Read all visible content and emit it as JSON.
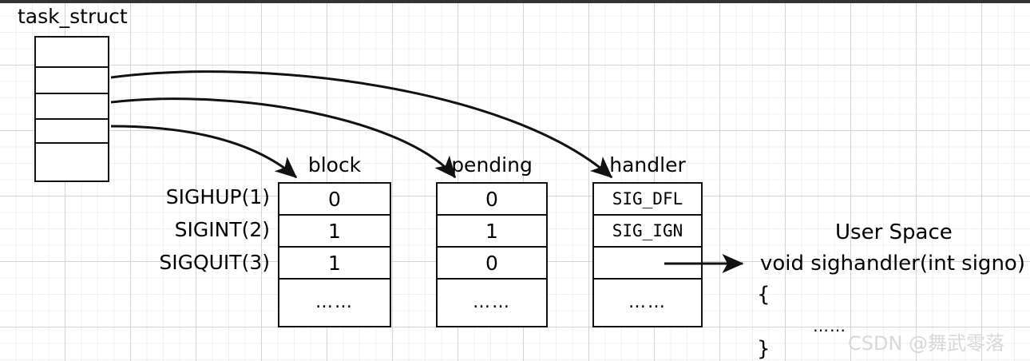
{
  "diagram": {
    "title": "task_struct",
    "struct_box": {
      "name": "task_struct",
      "row_count": 5
    },
    "columns": [
      {
        "id": "block",
        "header": "block"
      },
      {
        "id": "pending",
        "header": "pending"
      },
      {
        "id": "handler",
        "header": "handler"
      }
    ],
    "signals": [
      "SIGHUP(1)",
      "SIGINT(2)",
      "SIGQUIT(3)"
    ],
    "tables": {
      "block": {
        "values": [
          "0",
          "1",
          "1"
        ],
        "overflow": "……"
      },
      "pending": {
        "values": [
          "0",
          "1",
          "0"
        ],
        "overflow": "……"
      },
      "handler": {
        "values": [
          "SIG_DFL",
          "SIG_IGN",
          ""
        ],
        "overflow": "……"
      }
    },
    "user_space": {
      "title": "User Space",
      "signature": "void sighandler(int signo)",
      "open_brace": "{",
      "body": "……",
      "close_brace": "}"
    },
    "watermark": "CSDN @舞武零落",
    "colors": {
      "stroke": "#111111",
      "background": "#ffffff",
      "grid_minor": "#f0f0f0",
      "grid_major": "#d4d4d4",
      "watermark": "#d8d8d8",
      "top_bar": "#333333"
    }
  }
}
